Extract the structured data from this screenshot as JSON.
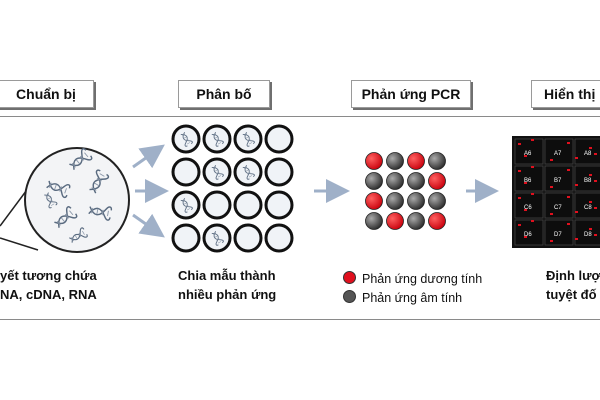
{
  "steps": [
    {
      "label": "Chuẩn bị"
    },
    {
      "label": "Phân bố"
    },
    {
      "label": "Phản ứng PCR"
    },
    {
      "label": "Hiển thị"
    }
  ],
  "captions": {
    "sample_line1": "yết tương chứa",
    "sample_line2": "NA, cDNA, RNA",
    "partition_line1": "Chia mẫu thành",
    "partition_line2": "nhiều phản ứng",
    "quant_line1": "Định lượ",
    "quant_line2": "tuyệt đố"
  },
  "legend": {
    "positive": "Phản ứng dương tính",
    "negative": "Phản ứng âm tính"
  },
  "pcr_grid": [
    [
      "pos",
      "neg",
      "pos",
      "neg"
    ],
    [
      "neg",
      "neg",
      "neg",
      "pos"
    ],
    [
      "pos",
      "neg",
      "neg",
      "neg"
    ],
    [
      "neg",
      "pos",
      "neg",
      "pos"
    ]
  ],
  "partition_grid": [
    [
      1,
      1,
      1,
      0
    ],
    [
      0,
      1,
      1,
      0
    ],
    [
      1,
      0,
      0,
      0
    ],
    [
      0,
      1,
      0,
      0
    ]
  ],
  "well_labels": [
    "A6",
    "A7",
    "A8",
    "B6",
    "B7",
    "B8",
    "C6",
    "C7",
    "C8",
    "D6",
    "D7",
    "D8"
  ],
  "colors": {
    "positive": "#e0101e",
    "negative": "#555555",
    "accent_arrow": "#9fb0c8"
  }
}
